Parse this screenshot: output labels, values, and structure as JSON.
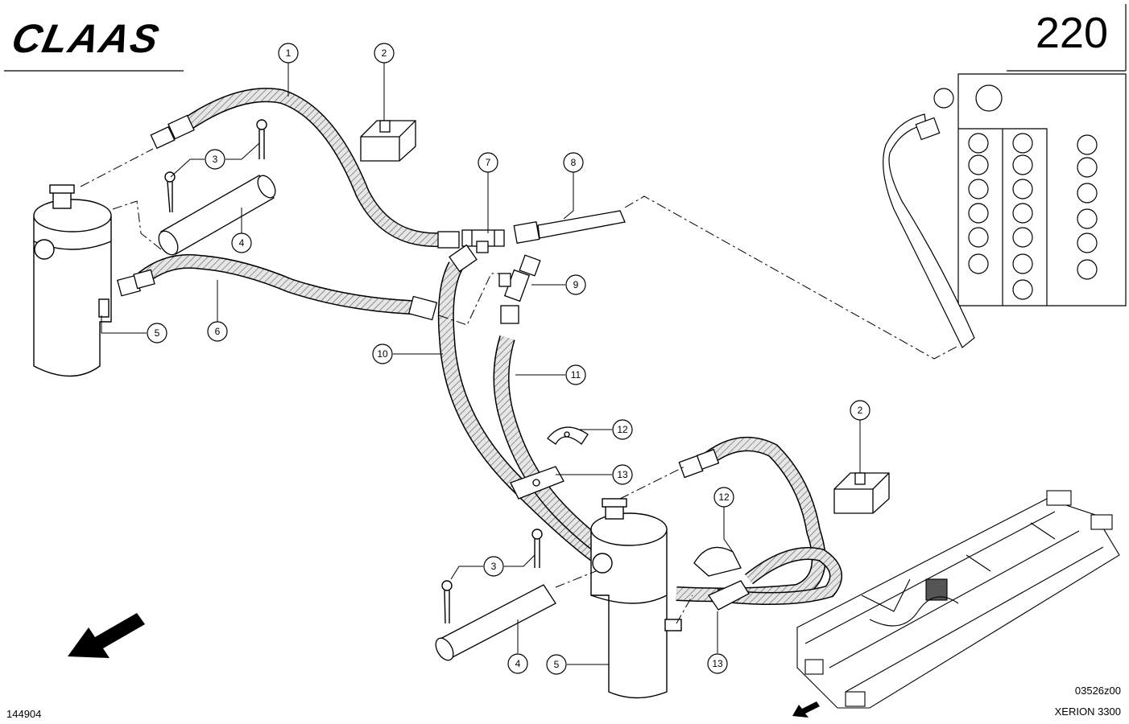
{
  "header": {
    "logo_text": "CLAAS",
    "page_number": "220"
  },
  "footer": {
    "left_code": "144904",
    "drawing_code": "03526z00",
    "model": "XERION 3300"
  },
  "callouts": {
    "c1": "1",
    "c2a": "2",
    "c2b": "2",
    "c3a": "3",
    "c3b": "3",
    "c4a": "4",
    "c4b": "4",
    "c5a": "5",
    "c5b": "5",
    "c6": "6",
    "c7": "7",
    "c8": "8",
    "c9": "9",
    "c10": "10",
    "c11": "11",
    "c12a": "12",
    "c12b": "12",
    "c13a": "13",
    "c13b": "13"
  },
  "colors": {
    "line": "#000000",
    "hose_fill": "#cfcfcf",
    "background": "#ffffff"
  }
}
